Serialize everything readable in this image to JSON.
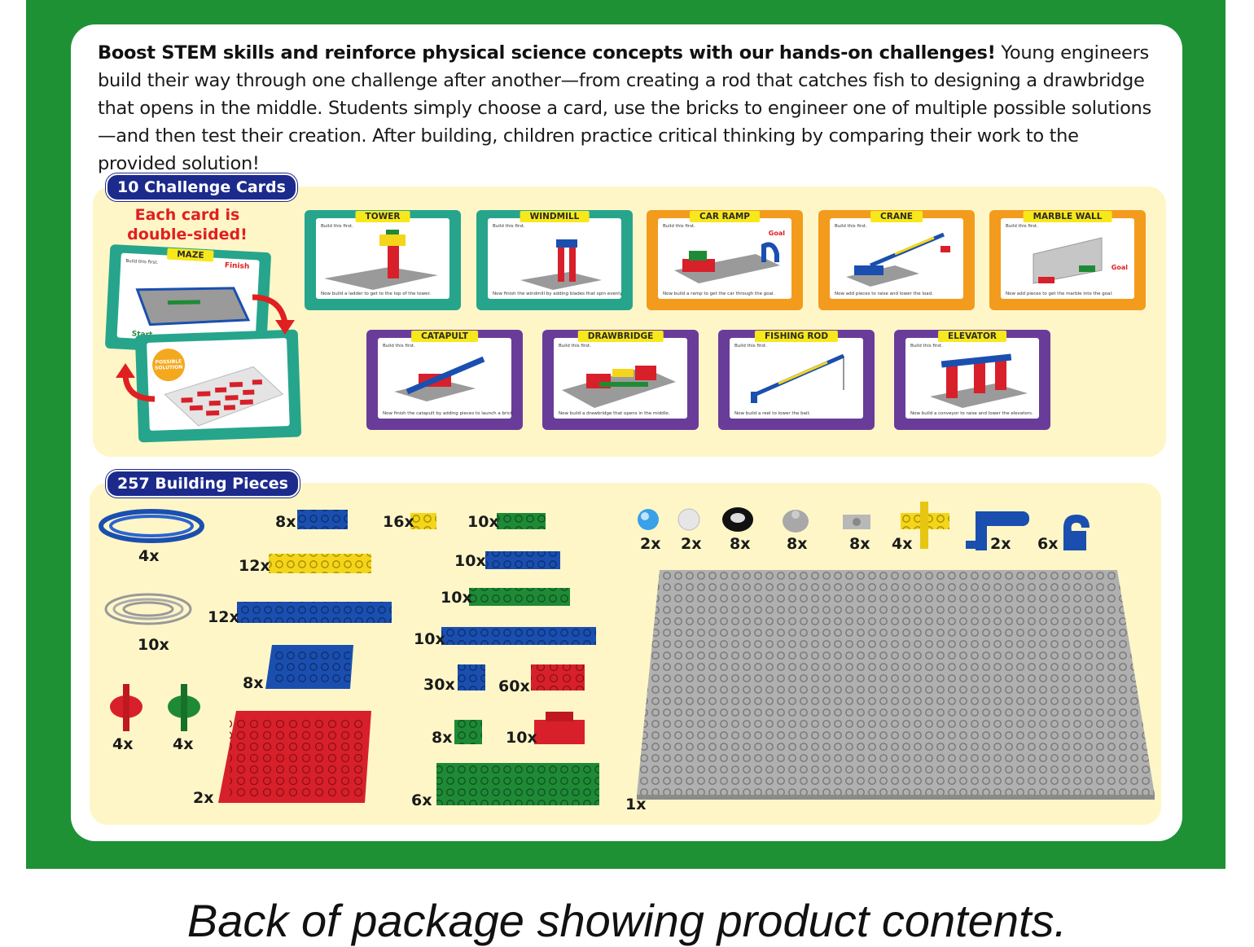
{
  "intro": {
    "bold": "Boost STEM skills and reinforce physical science concepts with our hands-on challenges!",
    "rest": " Young engineers build their way through one challenge after another—from creating a rod that catches fish to designing a drawbridge that opens in the middle. Students simply choose a card, use the bricks to engineer one of multiple possible solutions—and then test their creation. After building, children practice critical thinking by comparing their work to the provided solution!"
  },
  "challenge_section": {
    "title": "10 Challenge Cards",
    "double_sided_line1": "Each card is",
    "double_sided_line2": "double-sided!",
    "maze_card": {
      "name": "MAZE",
      "step1": "Build this first.",
      "finish": "Finish",
      "start": "Start",
      "badge_line1": "POSSIBLE",
      "badge_line2": "SOLUTION"
    },
    "cards": [
      {
        "name": "TOWER",
        "step1": "Build this first.",
        "step2": "Now build a ladder to get to the top of the tower."
      },
      {
        "name": "WINDMILL",
        "step1": "Build this first.",
        "step2": "Now finish the windmill by adding blades that spin evenly."
      },
      {
        "name": "CAR RAMP",
        "step1": "Build this first.",
        "step2": "Now build a ramp to get the car through the goal.",
        "goal": "Goal"
      },
      {
        "name": "CRANE",
        "step1": "Build this first.",
        "step2": "Now add pieces to raise and lower the load."
      },
      {
        "name": "MARBLE WALL",
        "step1": "Build this first.",
        "step2": "Now add pieces to get the marble into the goal.",
        "goal": "Goal"
      },
      {
        "name": "CATAPULT",
        "step1": "Build this first.",
        "step2": "Now finish the catapult by adding pieces to launch a brick."
      },
      {
        "name": "DRAWBRIDGE",
        "step1": "Build this first.",
        "step2": "Now build a drawbridge that opens in the middle."
      },
      {
        "name": "FISHING ROD",
        "step1": "Build this first.",
        "step2": "Now build a reel to lower the bait."
      },
      {
        "name": "ELEVATOR",
        "step1": "Build this first.",
        "step2": "Now build a conveyor to raise and lower the elevators."
      }
    ]
  },
  "pieces_section": {
    "title": "257 Building Pieces",
    "quantities": {
      "blue_rope": "4x",
      "white_rope": "10x",
      "red_wheel": "4x",
      "green_wheel": "4x",
      "blue_2x4": "8x",
      "yellow_2x2": "16x",
      "green_1x4": "10x",
      "yellow_plate": "12x",
      "blue_1x6": "10x",
      "blue_long": "12x",
      "green_1x8": "10x",
      "blue_1x12": "10x",
      "blue_big_plate": "8x",
      "blue_2x2": "30x",
      "red_2x4": "60x",
      "red_plate": "2x",
      "green_2x2": "8x",
      "red_step": "10x",
      "green_big": "6x",
      "blue_marble": "2x",
      "white_marble": "2x",
      "tire": "8x",
      "hub": "8x",
      "axle_brick": "8x",
      "yellow_hinge": "4x",
      "crank": "2x",
      "hook": "6x",
      "baseplate": "1x"
    }
  },
  "caption": "Back of package showing product contents.",
  "colors": {
    "frame_green": "#1e9135",
    "label_navy": "#1c2a8c",
    "section_cream": "#fff6c8",
    "lego_red": "#d8202a",
    "lego_blue": "#1a4fb0",
    "lego_yellow": "#f5d519",
    "lego_green": "#1f8a36",
    "baseplate_gray": "#b0b0b0"
  }
}
